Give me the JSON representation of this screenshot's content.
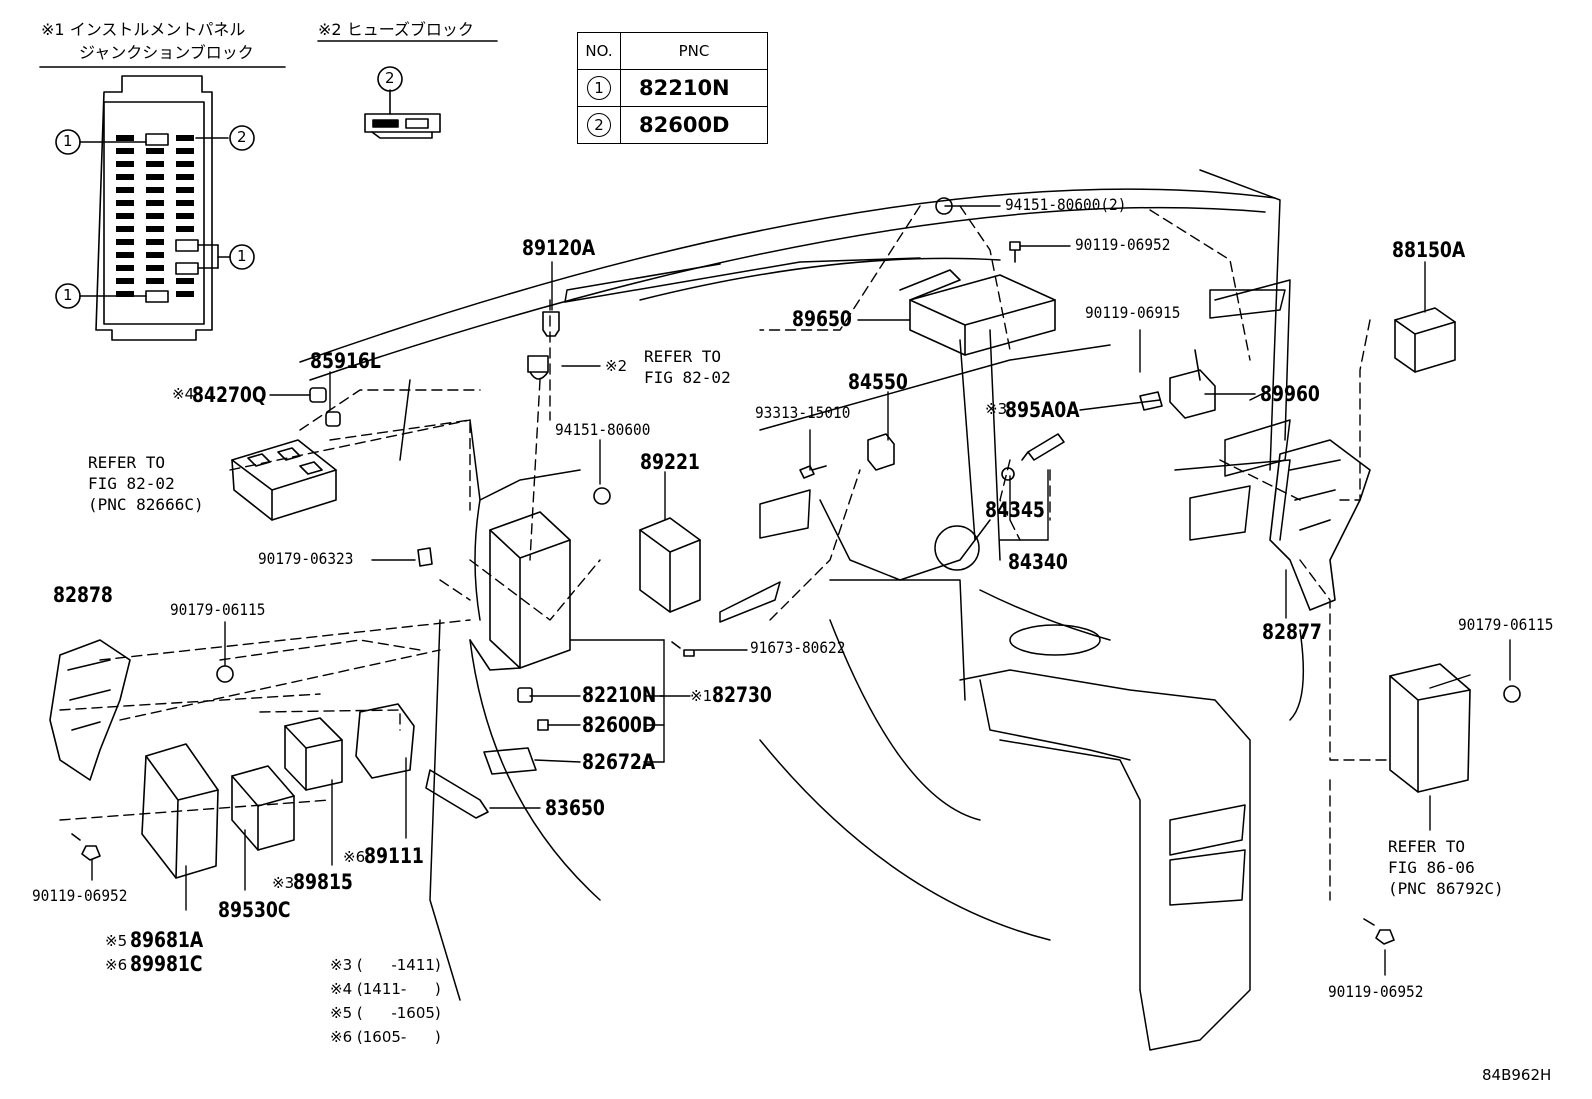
{
  "junction_block": {
    "mark": "※1",
    "title_line1": "インストルメントパネル",
    "title_line2": "ジャンクションブロック",
    "callouts": [
      "1",
      "2",
      "1",
      "1"
    ]
  },
  "fuse_block": {
    "mark": "※2",
    "title": "ヒューズブロック",
    "callout": "2"
  },
  "pnc_table": {
    "headers": [
      "NO.",
      "PNC"
    ],
    "rows": [
      {
        "no": "1",
        "pnc": "82210N"
      },
      {
        "no": "2",
        "pnc": "82600D"
      }
    ]
  },
  "parts": {
    "p89120A": "89120A",
    "p89650": "89650",
    "p94151_2": "94151-80600(2)",
    "p90119_06952_top": "90119-06952",
    "p88150A": "88150A",
    "p90119_06915": "90119-06915",
    "p89960": "89960",
    "p895A0A": "895A0A",
    "p84550": "84550",
    "p93313": "93313-15010",
    "p85916L": "85916L",
    "p84270Q": "84270Q",
    "p94151_80600": "94151-80600",
    "p89221": "89221",
    "p84345": "84345",
    "p84340": "84340",
    "p90179_06323": "90179-06323",
    "p82878": "82878",
    "p90179_06115_left": "90179-06115",
    "p91673": "91673-80622",
    "p82210N": "82210N",
    "p82600D": "82600D",
    "p82730": "82730",
    "p82672A": "82672A",
    "p83650": "83650",
    "p89111": "89111",
    "p89815": "89815",
    "p89530C": "89530C",
    "p89681A": "89681A",
    "p89981C": "89981C",
    "p90119_06952_left": "90119-06952",
    "p82877": "82877",
    "p90179_06115_right": "90179-06115",
    "p90119_06952_right": "90119-06952"
  },
  "marks": {
    "m2": "※2",
    "m3a": "※3",
    "m4": "※4",
    "m1": "※1",
    "m6a": "※6",
    "m3b": "※3",
    "m5": "※5",
    "m6b": "※6"
  },
  "references": {
    "fig_82_02_top": "REFER TO\nFIG 82-02",
    "fig_82_02_left": "REFER TO\nFIG 82-02\n(PNC 82666C)",
    "fig_86_06": "REFER TO\nFIG 86-06\n(PNC 86792C)"
  },
  "notes": [
    "※3 (      -1411)",
    "※4 (1411-      )",
    "※5 (      -1605)",
    "※6 (1605-      )"
  ],
  "figure_id": "84B962H"
}
